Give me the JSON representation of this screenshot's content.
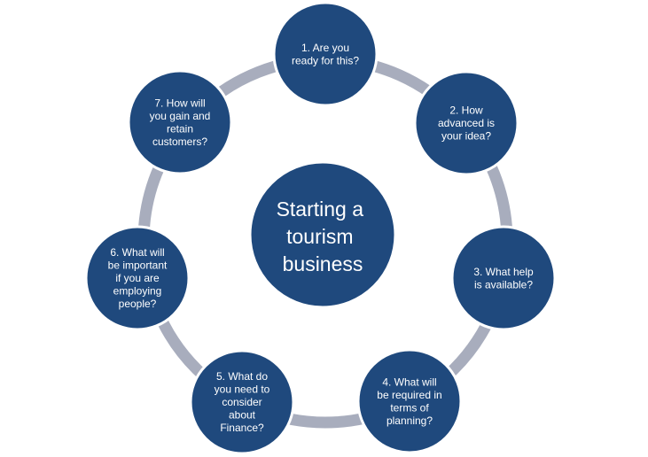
{
  "colors": {
    "node_fill": "#1f497d",
    "ring_stroke": "#a8adbd",
    "node_outline": "#ffffff",
    "text": "#ffffff"
  },
  "center": {
    "lines": [
      "Starting a",
      "tourism",
      "business"
    ]
  },
  "steps": [
    {
      "lines": [
        "1. Are you",
        "ready for this?"
      ]
    },
    {
      "lines": [
        "2. How",
        "advanced is",
        "your idea?"
      ]
    },
    {
      "lines": [
        "3. What help",
        "is available?"
      ]
    },
    {
      "lines": [
        "4. What will",
        "be required in",
        "terms of",
        "planning?"
      ]
    },
    {
      "lines": [
        "5. What do",
        "you need to",
        "consider",
        "about",
        "Finance?"
      ]
    },
    {
      "lines": [
        "6. What will",
        "be important",
        "if you are",
        "employing",
        "people?"
      ]
    },
    {
      "lines": [
        "7. How will",
        "you gain and",
        "retain",
        "customers?"
      ]
    }
  ]
}
